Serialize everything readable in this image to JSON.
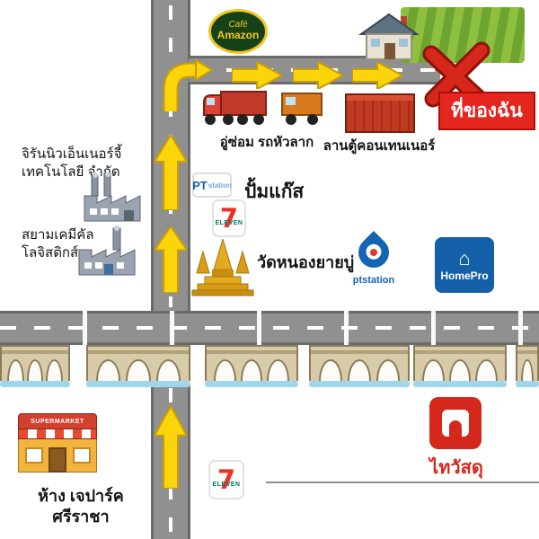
{
  "map": {
    "cafe_amazon": {
      "line1": "Café",
      "line2": "Amazon"
    },
    "my_place": {
      "label": "ที่ของฉัน"
    },
    "truck_repair": {
      "label": "อู่ซ่อม รถหัวลาก"
    },
    "container_yard": {
      "label": "ลานตู้คอนเทนเนอร์"
    },
    "company_energy": {
      "line1": "จิรันนิวเอ็นเนอร์จี้",
      "line2": "เทคโนโลยี จำกัด"
    },
    "company_chemical": {
      "line1": "สยามเคมีคัล",
      "line2": "โลจิสติกส์"
    },
    "gas_station": {
      "label": "ปั้มแก๊ส"
    },
    "pt_station_small": {
      "brand": "PT",
      "suffix": "station"
    },
    "seven_eleven": {
      "seven": "7",
      "eleven": "ELEVEN"
    },
    "temple": {
      "label": "วัดหนองยายบู่"
    },
    "pt_station_large": {
      "text": "ptstation"
    },
    "homepro": {
      "label": "HomePro"
    },
    "supermarket": {
      "sign": "SUPERMARKET"
    },
    "mall": {
      "line1": "ห้าง เจปาร์ค",
      "line2": "ศรีราชา"
    },
    "thaiwatsadu": {
      "label": "ไทวัสดุ"
    }
  },
  "colors": {
    "road_gray": "#909090",
    "arrow_yellow": "#fbd40b",
    "marker_red": "#e5261f",
    "pt_blue": "#1464b4",
    "homepro_blue": "#1460a8",
    "watsadu_red": "#d4281c",
    "seven_orange": "#ee3124",
    "seven_green": "#00755e",
    "amazon_green": "#16421a",
    "bridge_tan": "#d8cbaa",
    "water_blue": "#9ed6ee"
  }
}
